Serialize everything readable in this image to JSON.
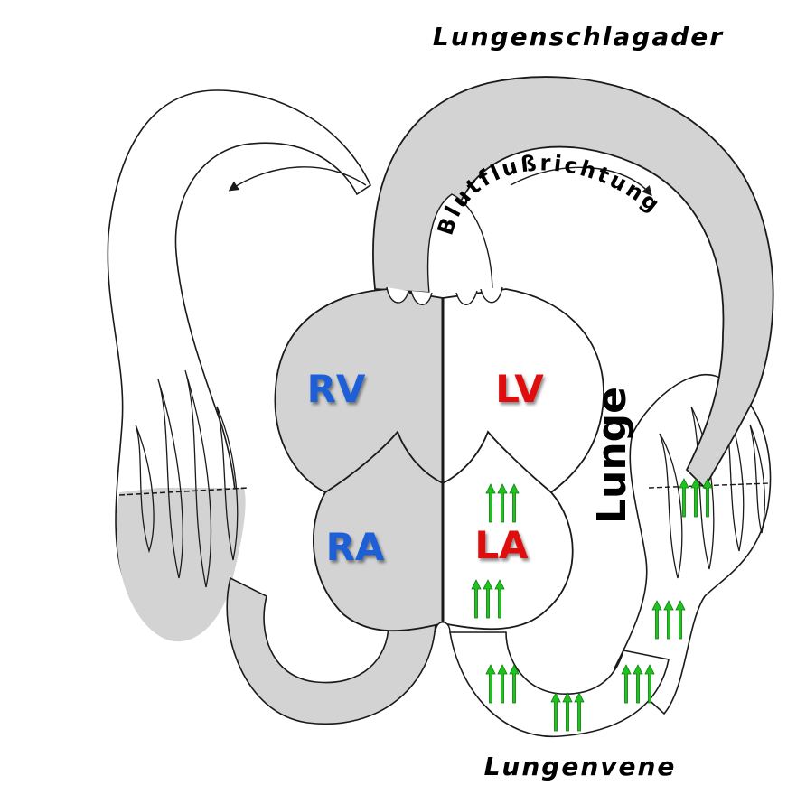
{
  "labels": {
    "pulmonary_artery": "Lungenschlagader",
    "pulmonary_vein": "Lungenvene",
    "flow_direction": "Blutflußrichtung",
    "lung": "Lunge",
    "right_ventricle": "RV",
    "left_ventricle": "LV",
    "right_atrium": "RA",
    "left_atrium": "LA"
  },
  "colors": {
    "deoxygenated_fill": "#d3d3d3",
    "oxygenated_fill": "#ffffff",
    "outline": "#1a1a1a",
    "right_heart_label": "#1a5fd6",
    "left_heart_label": "#e01010",
    "flow_arrows": "#1fc21f",
    "text": "#000000"
  },
  "icons": {
    "flow_arrow": "triple-up-arrow-icon",
    "direction_arrow": "curved-arrow-icon"
  }
}
